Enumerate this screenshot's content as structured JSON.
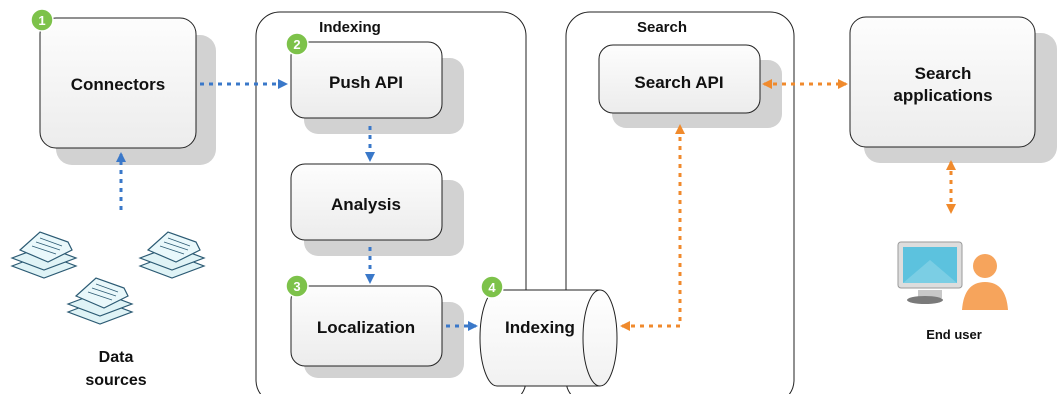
{
  "groups": {
    "indexing": "Indexing",
    "search": "Search"
  },
  "nodes": {
    "connectors": "Connectors",
    "push_api": "Push API",
    "analysis": "Analysis",
    "localization": "Localization",
    "index_store": "Indexing",
    "search_api": "Search API",
    "search_apps_line1": "Search",
    "search_apps_line2": "applications",
    "data_sources_line1": "Data",
    "data_sources_line2": "sources",
    "end_user": "End user"
  },
  "badges": {
    "connectors": "1",
    "push_api": "2",
    "localization": "3",
    "index_store": "4"
  },
  "colors": {
    "blue_arrow": "#3a78c9",
    "orange_arrow": "#f08a2c",
    "badge": "#7dc24a",
    "box_fill": "#f4f4f4",
    "shadow": "#d2d2d2",
    "doc_fill": "#dff3f6",
    "doc_stroke": "#2b5a73",
    "user_orange": "#f6a45c",
    "monitor_blue": "#5cc2de"
  },
  "icons": {
    "data_sources": "document-stack-icon",
    "end_user": "user-at-computer-icon"
  }
}
